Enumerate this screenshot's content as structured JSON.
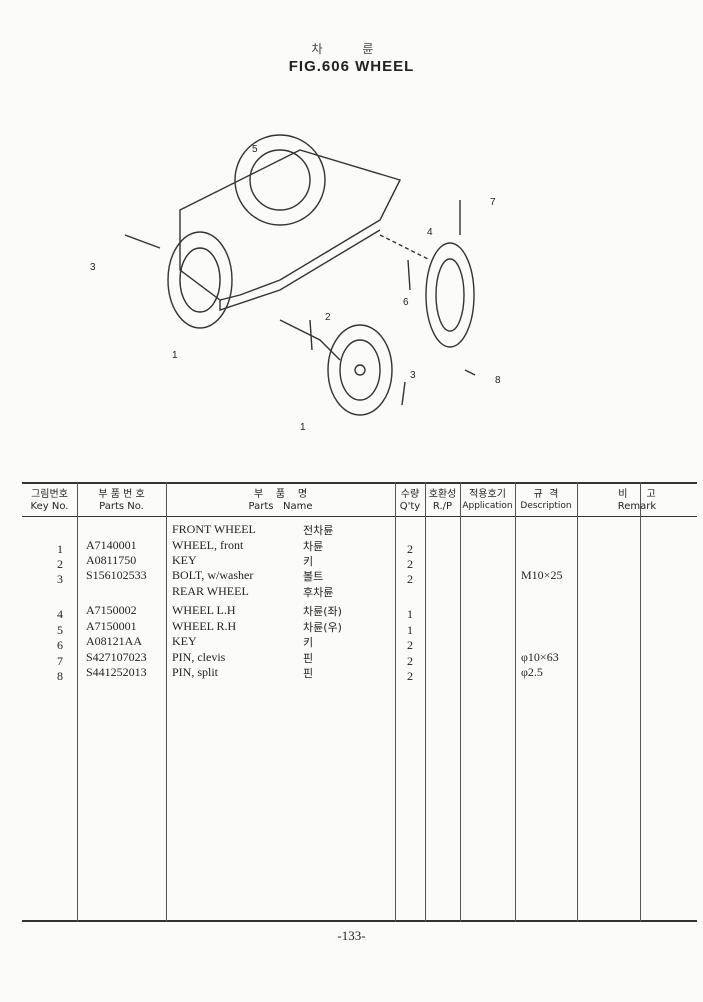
{
  "header": {
    "title_kr": "차 륜",
    "title": "FIG.606  WHEEL"
  },
  "diagram": {
    "callouts": [
      "1",
      "1",
      "2",
      "3",
      "3",
      "4",
      "5",
      "6",
      "7",
      "8"
    ]
  },
  "table": {
    "columns": [
      {
        "kr": "그림번호",
        "en": "Key No."
      },
      {
        "kr": "부 품 번 호",
        "en": "Parts No."
      },
      {
        "kr": "부    품    명",
        "en": "Parts   Name"
      },
      {
        "kr": "수량",
        "en": "Q'ty"
      },
      {
        "kr": "호환성",
        "en": "R./P"
      },
      {
        "kr": "적용호기",
        "en": "Application"
      },
      {
        "kr": "규  격",
        "en": "Description"
      },
      {
        "kr": "비      고",
        "en": "Remark"
      }
    ],
    "rows": [
      {
        "key": "",
        "part": "",
        "name": "FRONT WHEEL",
        "kr": "전차륜",
        "qty": "",
        "desc": ""
      },
      {
        "key": "1",
        "part": "A7140001",
        "name": "WHEEL, front",
        "kr": "차륜",
        "qty": "2",
        "desc": ""
      },
      {
        "key": "2",
        "part": "A0811750",
        "name": "KEY",
        "kr": "키",
        "qty": "2",
        "desc": ""
      },
      {
        "key": "3",
        "part": "S156102533",
        "name": "BOLT, w/washer",
        "kr": "볼트",
        "qty": "2",
        "desc": "M10×25"
      },
      {
        "key": "",
        "part": "",
        "name": "REAR WHEEL",
        "kr": "후차륜",
        "qty": "",
        "desc": ""
      },
      {
        "key": "4",
        "part": "A7150002",
        "name": "WHEEL  L.H",
        "kr": "차륜(좌)",
        "qty": "1",
        "desc": ""
      },
      {
        "key": "5",
        "part": "A7150001",
        "name": "WHEEL  R.H",
        "kr": "차륜(우)",
        "qty": "1",
        "desc": ""
      },
      {
        "key": "6",
        "part": "A08121AA",
        "name": "KEY",
        "kr": "키",
        "qty": "2",
        "desc": ""
      },
      {
        "key": "7",
        "part": "S427107023",
        "name": "PIN, clevis",
        "kr": "핀",
        "qty": "2",
        "desc": "φ10×63"
      },
      {
        "key": "8",
        "part": "S441252013",
        "name": "PIN, split",
        "kr": "핀",
        "qty": "2",
        "desc": "φ2.5"
      }
    ]
  },
  "footer": {
    "page": "-133-"
  }
}
